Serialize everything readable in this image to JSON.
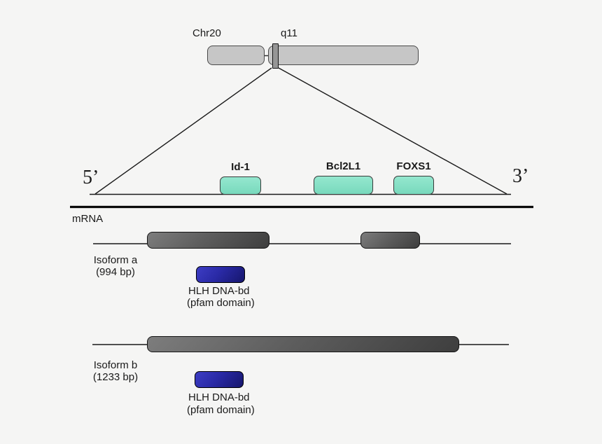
{
  "chromosome": {
    "label": "Chr20",
    "band_label": "q11"
  },
  "locus": {
    "five_prime": "5’",
    "three_prime": "3’",
    "genes": [
      {
        "label": "Id-1"
      },
      {
        "label": "Bcl2L1"
      },
      {
        "label": "FOXS1"
      }
    ]
  },
  "mrna": {
    "section_label": "mRNA",
    "isoforms": [
      {
        "name": "Isoform a",
        "length": "(994 bp)",
        "domain": {
          "name": "HLH DNA-bd",
          "note": "(pfam domain)"
        }
      },
      {
        "name": "Isoform b",
        "length": "(1233 bp)",
        "domain": {
          "name": "HLH DNA-bd",
          "note": "(pfam domain)"
        }
      }
    ]
  },
  "colors": {
    "background": "#f5f5f4",
    "chromosome_fill": "#c6c6c6",
    "band_fill": "#969696",
    "gene_fill": "#7de2c4",
    "exon_fill_dark": "#3e3e3e",
    "exon_fill_light": "#7d7d7d",
    "domain_fill_light": "#3d3dc4",
    "domain_fill_dark": "#16166c",
    "line_color": "#1a1a1a"
  }
}
